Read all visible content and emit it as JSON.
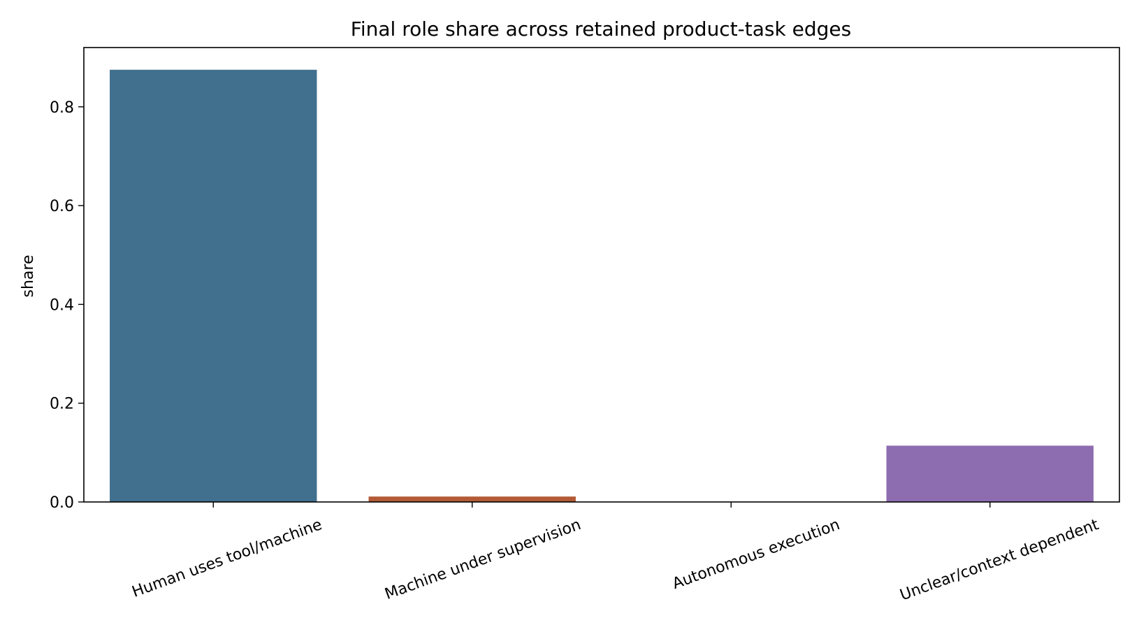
{
  "chart_data": {
    "type": "bar",
    "title": "Final role share across retained product-task edges",
    "xlabel": "",
    "ylabel": "share",
    "categories": [
      "Human uses tool/machine",
      "Machine under supervision",
      "Autonomous execution",
      "Unclear/context dependent"
    ],
    "values": [
      0.875,
      0.011,
      0.0,
      0.114
    ],
    "colors": [
      "#41708e",
      "#b35a36",
      "#4c8a4c",
      "#8e6cb0"
    ],
    "ylim": [
      0,
      0.92
    ],
    "yticks": [
      0.0,
      0.2,
      0.4,
      0.6,
      0.8
    ],
    "ytick_labels": [
      "0.0",
      "0.2",
      "0.4",
      "0.6",
      "0.8"
    ],
    "grid": false,
    "legend": "none"
  }
}
